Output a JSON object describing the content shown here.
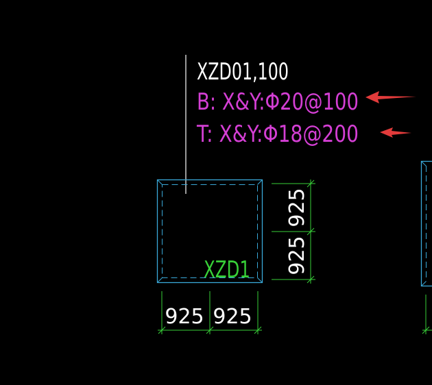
{
  "drawing": {
    "background": "#000000",
    "colors": {
      "white": "#ffffff",
      "magenta": "#d43fd4",
      "green": "#38d138",
      "cyan": "#3aa9d9",
      "red": "#e23b3b"
    },
    "label": {
      "title": "XZD01,100",
      "bottom_rebar": "B: X&Y:Φ20@100",
      "top_rebar": "T: X&Y:Φ18@200"
    },
    "footing": {
      "tag": "XZD1"
    },
    "dimensions": {
      "bottom_left": "925",
      "bottom_right": "925",
      "right_top": "925",
      "right_bottom": "925"
    },
    "icons": {
      "arrow_1": "left-arrow-icon",
      "arrow_2": "left-arrow-icon"
    }
  }
}
